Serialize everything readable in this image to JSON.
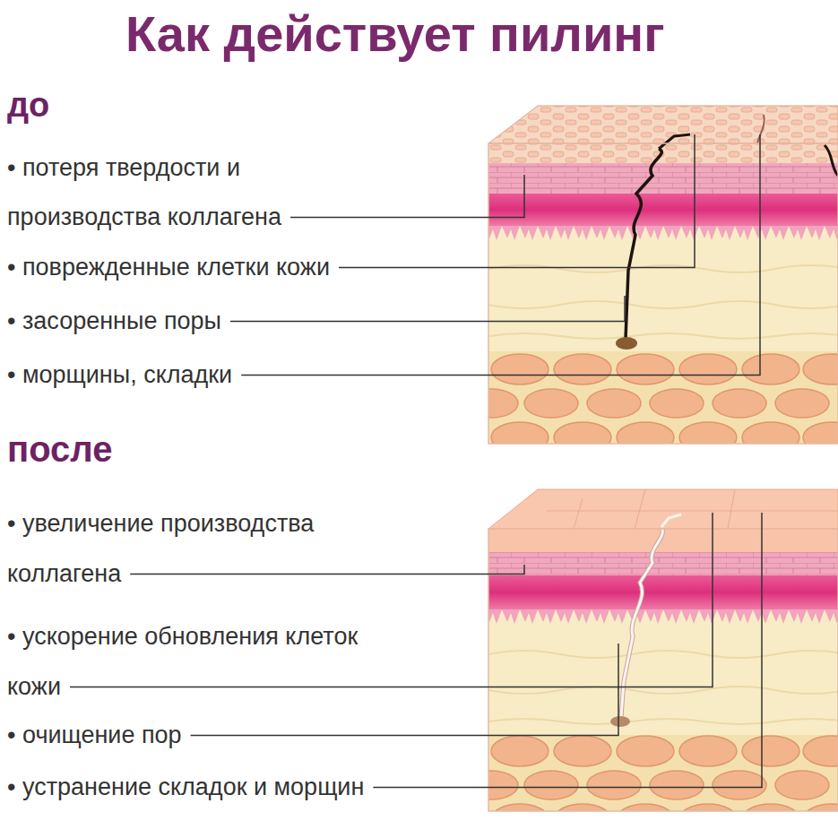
{
  "diagram": {
    "title": "Как действует пилинг",
    "labels": [
      "до",
      "• потеря твердости и производства коллагена",
      "• поврежденные клетки кожи",
      "• засоренные поры",
      "• морщины, складки",
      "после",
      "• увеличение производства коллагена",
      "• ускорение обновления клеток кожи",
      "• очищение пор",
      "• устранение складок и морщин"
    ]
  }
}
